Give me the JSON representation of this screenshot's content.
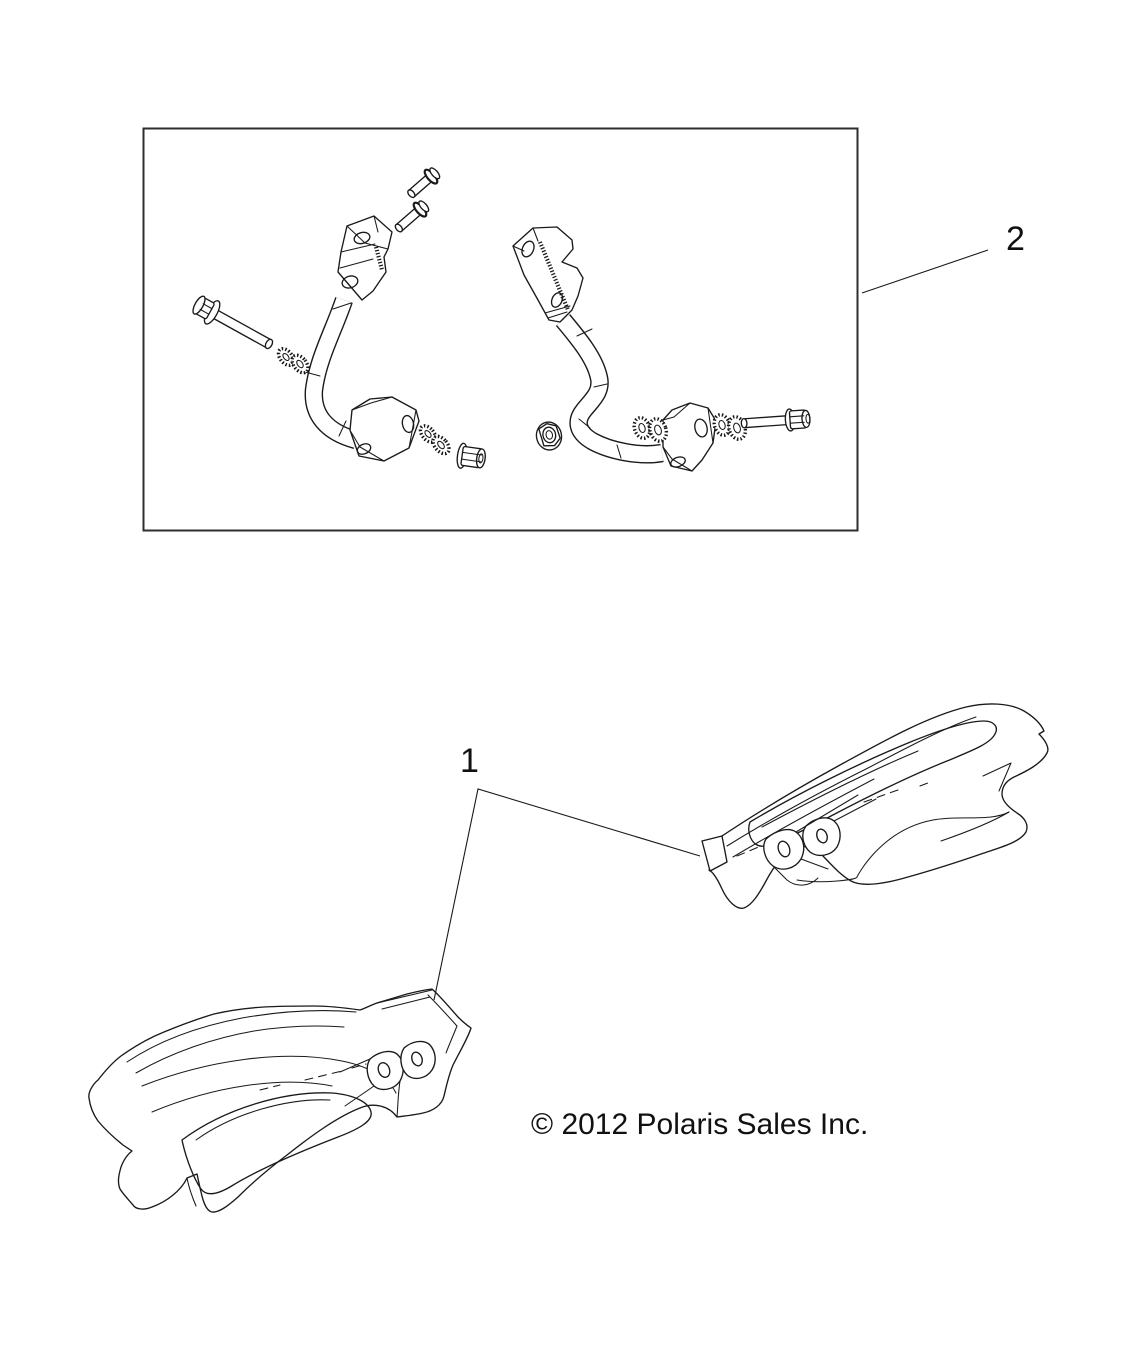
{
  "diagram": {
    "callouts": [
      {
        "label": "1"
      },
      {
        "label": "2"
      }
    ],
    "copyright": "© 2012 Polaris Sales Inc.",
    "colors": {
      "line": "#1a1a1a",
      "frame": "#2e2e2e",
      "background": "#ffffff"
    }
  }
}
